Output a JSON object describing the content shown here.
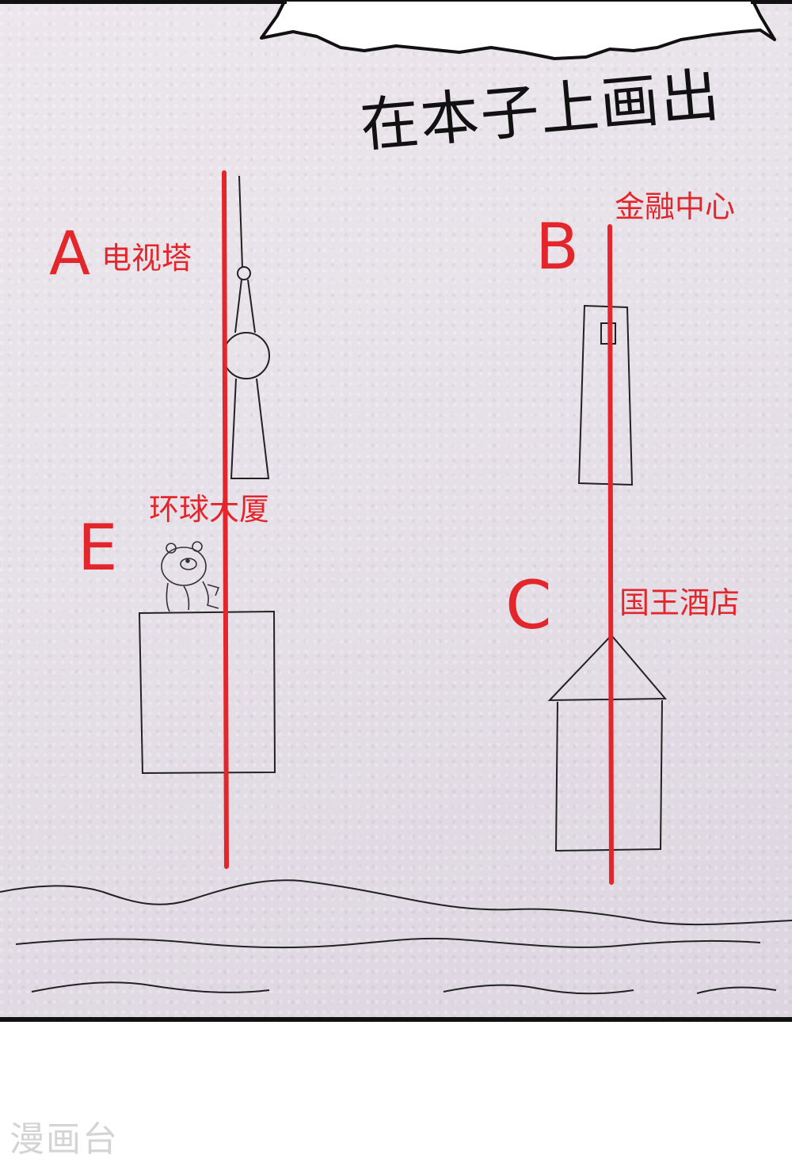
{
  "caption": {
    "text": "在本子上画出"
  },
  "markers": {
    "a": {
      "letter": "A",
      "label": "电视塔"
    },
    "b": {
      "letter": "B",
      "label": "金融中心"
    },
    "c": {
      "letter": "C",
      "label": "国王酒店"
    },
    "e": {
      "letter": "E",
      "label": "环球大厦"
    }
  },
  "watermark": {
    "text": "漫画台"
  },
  "colors": {
    "axis_line": "#e3262b",
    "label_red": "#e3262b",
    "ink": "#111111"
  }
}
